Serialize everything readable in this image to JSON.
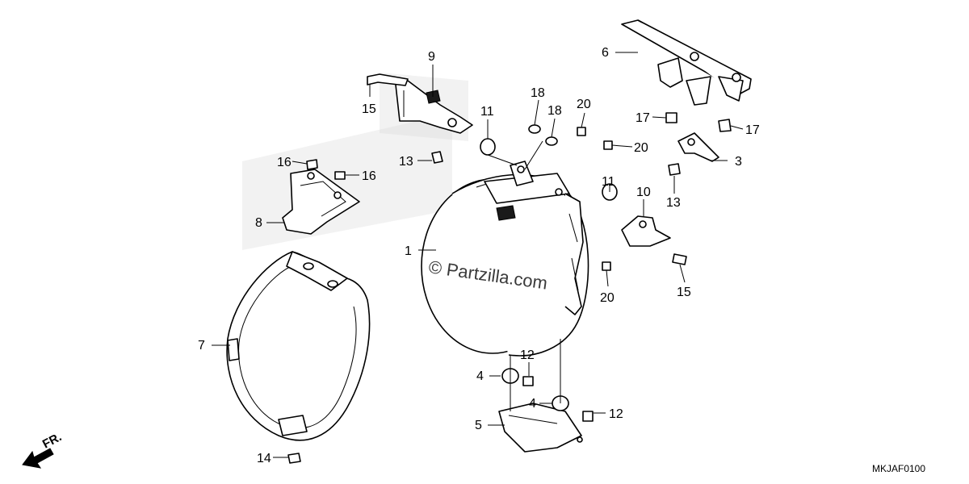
{
  "callouts": [
    {
      "id": "c1",
      "text": "1"
    },
    {
      "id": "c3",
      "text": "3"
    },
    {
      "id": "c4a",
      "text": "4"
    },
    {
      "id": "c4b",
      "text": "4"
    },
    {
      "id": "c5",
      "text": "5"
    },
    {
      "id": "c6",
      "text": "6"
    },
    {
      "id": "c7",
      "text": "7"
    },
    {
      "id": "c8",
      "text": "8"
    },
    {
      "id": "c9",
      "text": "9"
    },
    {
      "id": "c10",
      "text": "10"
    },
    {
      "id": "c11a",
      "text": "11"
    },
    {
      "id": "c11b",
      "text": "11"
    },
    {
      "id": "c12a",
      "text": "12"
    },
    {
      "id": "c12b",
      "text": "12"
    },
    {
      "id": "c13a",
      "text": "13"
    },
    {
      "id": "c13b",
      "text": "13"
    },
    {
      "id": "c14",
      "text": "14"
    },
    {
      "id": "c15a",
      "text": "15"
    },
    {
      "id": "c15b",
      "text": "15"
    },
    {
      "id": "c16a",
      "text": "16"
    },
    {
      "id": "c16b",
      "text": "16"
    },
    {
      "id": "c17a",
      "text": "17"
    },
    {
      "id": "c17b",
      "text": "17"
    },
    {
      "id": "c18a",
      "text": "18"
    },
    {
      "id": "c18b",
      "text": "18"
    },
    {
      "id": "c20a",
      "text": "20"
    },
    {
      "id": "c20b",
      "text": "20"
    },
    {
      "id": "c20c",
      "text": "20"
    }
  ],
  "watermark": "© Partzilla.com",
  "direction_label": "FR.",
  "diagram_code": "MKJAF0100"
}
